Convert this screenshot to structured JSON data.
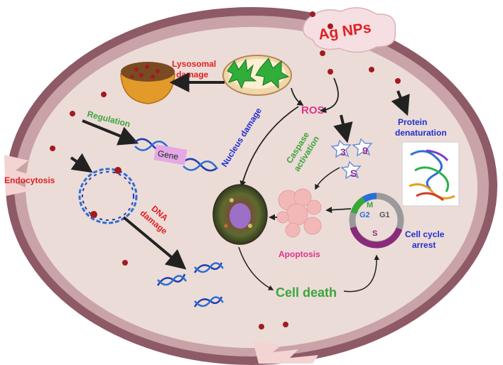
{
  "labels": {
    "ag_nps": "Ag NPs",
    "lysosomal_1": "Lysosomal",
    "lysosomal_2": "damage",
    "ros": "ROS",
    "protein_1": "Protein",
    "protein_2": "denaturation",
    "regulation": "Regulation",
    "gene": "Gene",
    "nucleus_damage": "Nucleus damage",
    "caspase_1": "Caspase",
    "caspase_2": "activation",
    "caspase_3": "3",
    "caspase_9": "9",
    "caspase_s": "S",
    "endocytosis": "Endocytosis",
    "dna_1": "DNA",
    "dna_2": "damage",
    "apoptosis": "Apoptosis",
    "cycle_m": "M",
    "cycle_g2": "G2",
    "cycle_g1": "G1",
    "cycle_s": "S",
    "cell_cycle_1": "Cell cycle",
    "cell_cycle_2": "arrest",
    "cell_death": "Cell death"
  },
  "colors": {
    "membrane": "#8d5a66",
    "cytoplasm": "#ecdcd8",
    "nanoparticle": "#a21b22",
    "red_label": "#e02020",
    "green_label": "#3aa63a",
    "blue_label": "#1f2fd0",
    "magenta_label": "#e0338a",
    "apoptosis_body": "#f2b8b8"
  }
}
